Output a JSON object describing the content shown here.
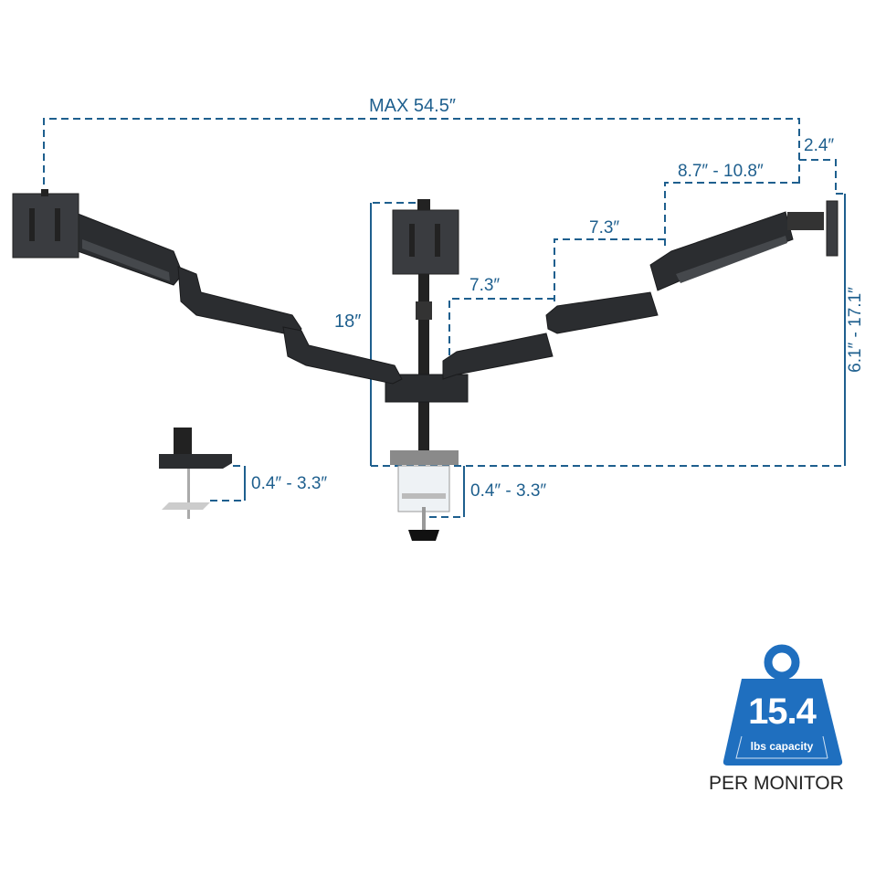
{
  "dimensions": {
    "max_width": "MAX 54.5″",
    "tilt_offset": "2.4″",
    "forearm": "8.7″ - 10.8″",
    "upper_segment": "7.3″",
    "lower_segment": "7.3″",
    "pole_height": "18″",
    "height_range": "6.1″ - 17.1″",
    "clamp_range_left": "0.4″ - 3.3″",
    "clamp_range_center": "0.4″ - 3.3″"
  },
  "badge": {
    "weight": "15.4",
    "unit": "lbs capacity",
    "caption": "PER MONITOR"
  },
  "colors": {
    "dimension": "#1e5f8e",
    "badge": "#1f6fbf",
    "arm": "#2b2d30"
  }
}
